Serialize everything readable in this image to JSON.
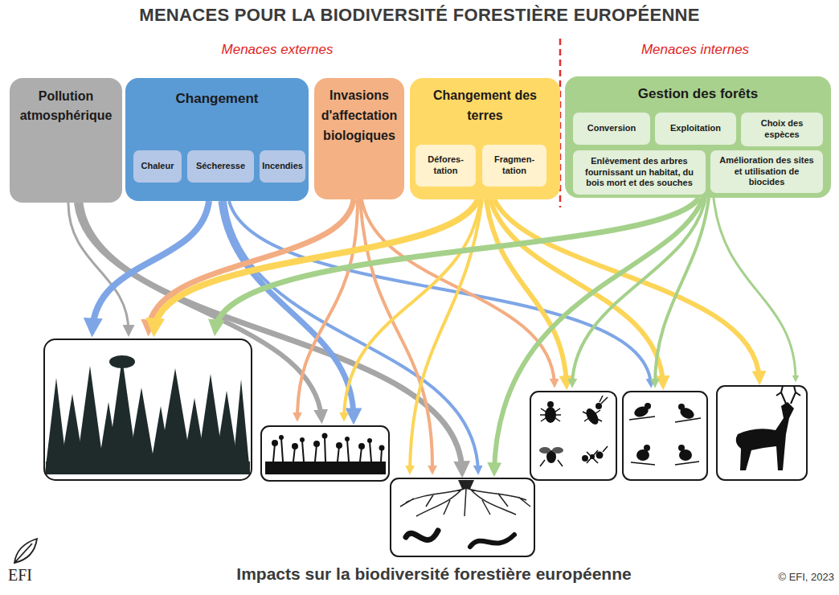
{
  "diagram": {
    "title": "MENACES POUR LA BIODIVERSITÉ FORESTIÈRE EUROPÉENNE",
    "caption": "Impacts sur la biodiversité forestière européenne",
    "nodes": [
      {
        "text": [
          "Pollution atmosphérique"
        ]
      },
      {
        "text": [
          "Changement"
        ]
      },
      {
        "text": [
          "Chaleur"
        ],
        "in": 1
      },
      {
        "text": [
          "Sécheresse"
        ],
        "in": 1
      },
      {
        "text": [
          "Incendies"
        ],
        "in": 1
      },
      {
        "text": [
          "Invasions d'affectation biologiques"
        ]
      },
      {
        "text": [
          "Changement des terres"
        ]
      },
      {
        "text": [
          "Défores-tation"
        ],
        "in": 6
      },
      {
        "text": [
          "Fragmen-tation"
        ],
        "in": 6
      },
      {
        "text": [
          "Gestion des forêts"
        ]
      },
      {
        "text": [
          "Conversion"
        ],
        "in": 9
      },
      {
        "text": [
          "Exploitation"
        ],
        "in": 9
      },
      {
        "text": [
          "Choix des espèces"
        ],
        "in": 9
      },
      {
        "text": [
          "Enlèvement des arbres fournissant un habitat, du bois mort et des souches"
        ],
        "in": 9
      },
      {
        "text": [
          "Amélioration des sites et utilisation de biocides"
        ],
        "in": 9
      }
    ],
    "labels": [
      "Menaces externes",
      "Menaces internes",
      "EFI",
      "© EFI, 2023"
    ]
  }
}
